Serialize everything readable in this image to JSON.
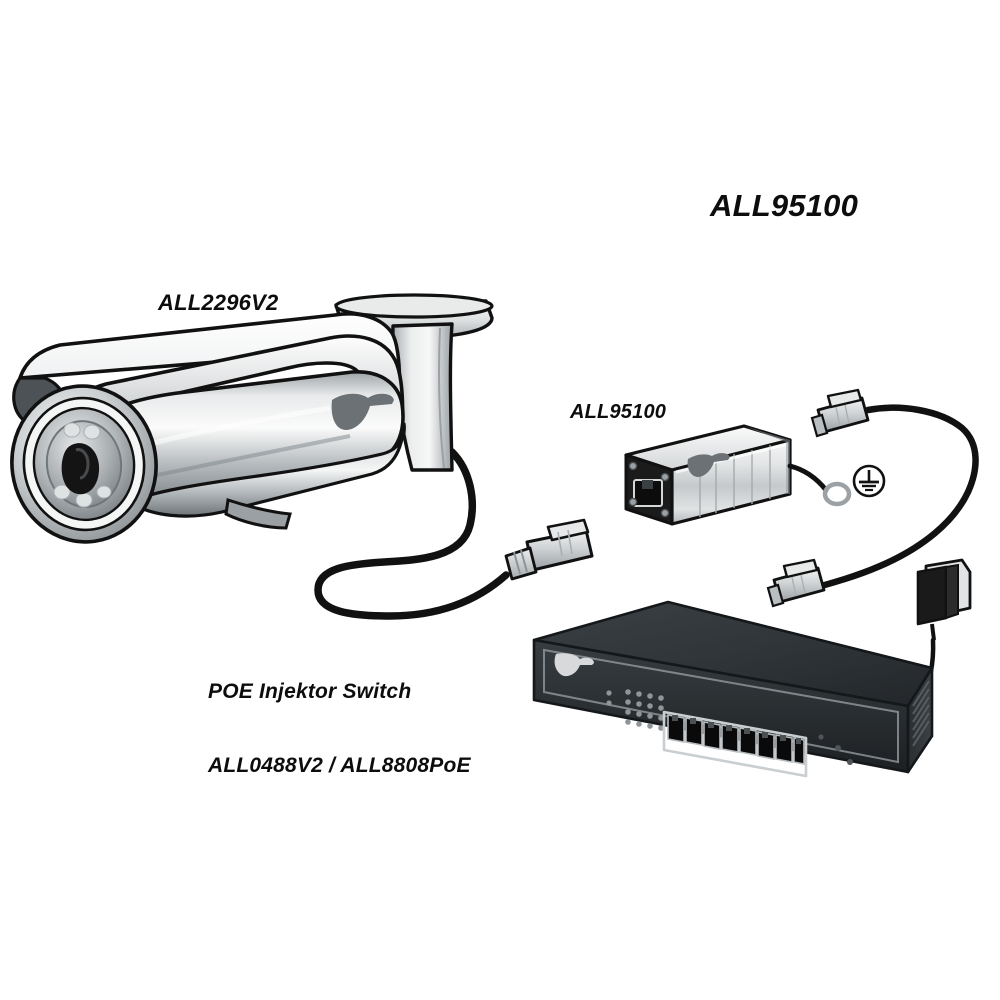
{
  "diagram": {
    "type": "network-connection-diagram",
    "background_color": "#ffffff",
    "title": "ALL95100",
    "labels": {
      "title": "ALL95100",
      "camera": "ALL2296V2",
      "injector": "ALL95100",
      "switch_line1": "POE Injektor Switch",
      "switch_line2": "ALL0488V2 / ALL8808PoE"
    },
    "devices": [
      {
        "id": "camera",
        "name": "ALL2296V2",
        "kind": "bullet-ip-camera",
        "body_color": "#d8dadb",
        "shade_color": "#8e9496",
        "outline_color": "#111111"
      },
      {
        "id": "injector",
        "name": "ALL95100",
        "kind": "poe-surge-injector",
        "body_color": "#d4d6d7",
        "accent_color": "#f2f3f3",
        "endcap_color": "#151515"
      },
      {
        "id": "switch",
        "name": "ALL0488V2 / ALL8808PoE",
        "kind": "poe-injector-switch",
        "body_color": "#2b2f32",
        "top_color": "#34383b",
        "port_count": 8,
        "led_dots": 18
      },
      {
        "id": "power-adapter",
        "kind": "power-supply-adapter",
        "body_color": "#1a1a1a",
        "plug_color": "#e2e3e4"
      }
    ],
    "connectors": [
      {
        "id": "rj45-camera-cable",
        "kind": "rj45-plug",
        "color": "#c2c5c7"
      },
      {
        "id": "rj45-injector-top",
        "kind": "rj45-plug",
        "color": "#c2c5c7"
      },
      {
        "id": "rj45-switch-cable",
        "kind": "rj45-plug",
        "color": "#c2c5c7"
      },
      {
        "id": "ground-ring-terminal",
        "kind": "ring-terminal",
        "color": "#b9bcbe"
      }
    ],
    "symbols": [
      {
        "id": "earth-ground",
        "name": "earth-ground-symbol",
        "color": "#111111"
      }
    ],
    "cables": [
      {
        "id": "camera-to-injector",
        "color": "#111111",
        "width": 7
      },
      {
        "id": "injector-ground-lead",
        "color": "#111111",
        "width": 5
      },
      {
        "id": "injector-to-switch-loop",
        "color": "#111111",
        "width": 6
      },
      {
        "id": "adapter-power-lead",
        "color": "#111111",
        "width": 4
      }
    ]
  }
}
